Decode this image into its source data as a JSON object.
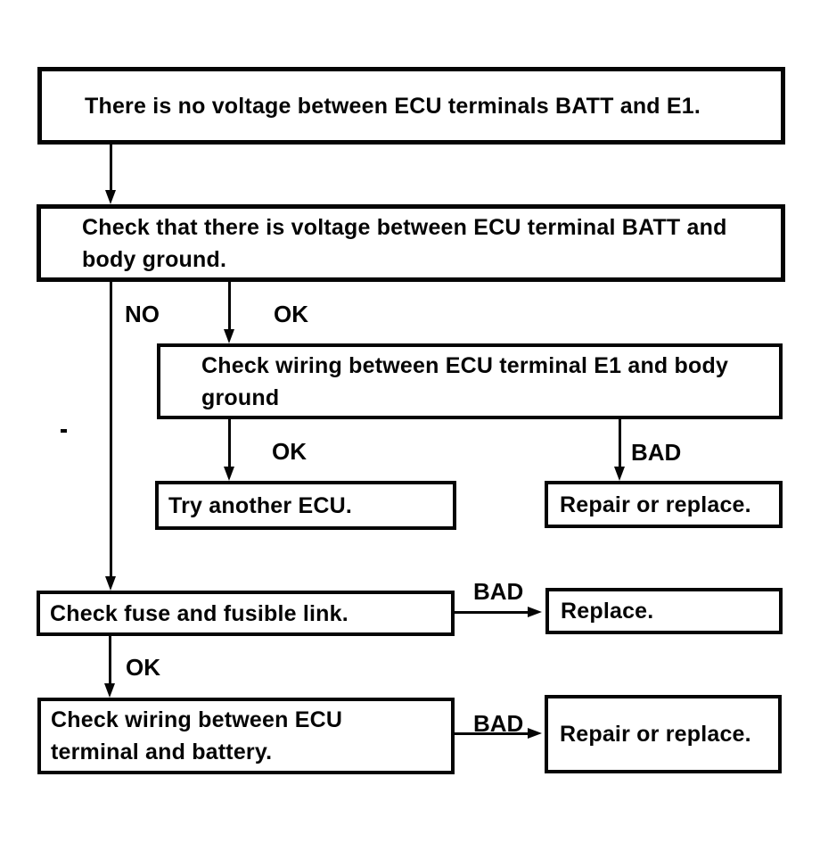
{
  "flowchart": {
    "title": "ECU BATT/E1 no-voltage troubleshooting flowchart",
    "colors": {
      "ink": "#050505",
      "paper": "#ffffff"
    },
    "nodes": {
      "start": {
        "lines": [
          "There is no voltage between ECU terminals BATT and E1."
        ]
      },
      "check_batt_ground": {
        "lines": [
          "Check that there is voltage between ECU terminal BATT and",
          "body ground."
        ]
      },
      "check_e1_ground": {
        "lines": [
          "Check wiring between ECU terminal E1 and body",
          "ground"
        ]
      },
      "try_ecu": {
        "lines": [
          "Try another ECU."
        ]
      },
      "repair_replace_1": {
        "lines": [
          "Repair or replace."
        ]
      },
      "check_fuse": {
        "lines": [
          "Check fuse and fusible link."
        ]
      },
      "replace": {
        "lines": [
          "Replace."
        ]
      },
      "check_wiring_battery": {
        "lines": [
          "Check wiring between ECU",
          "terminal and battery."
        ]
      },
      "repair_replace_2": {
        "lines": [
          "Repair or replace."
        ]
      }
    },
    "branch_labels": {
      "no": "NO",
      "ok_to_e1_check": "OK",
      "ok_to_try_ecu": "OK",
      "bad_to_repair_1": "BAD",
      "bad_to_replace": "BAD",
      "ok_to_wiring_check": "OK",
      "bad_to_repair_2": "BAD"
    }
  }
}
